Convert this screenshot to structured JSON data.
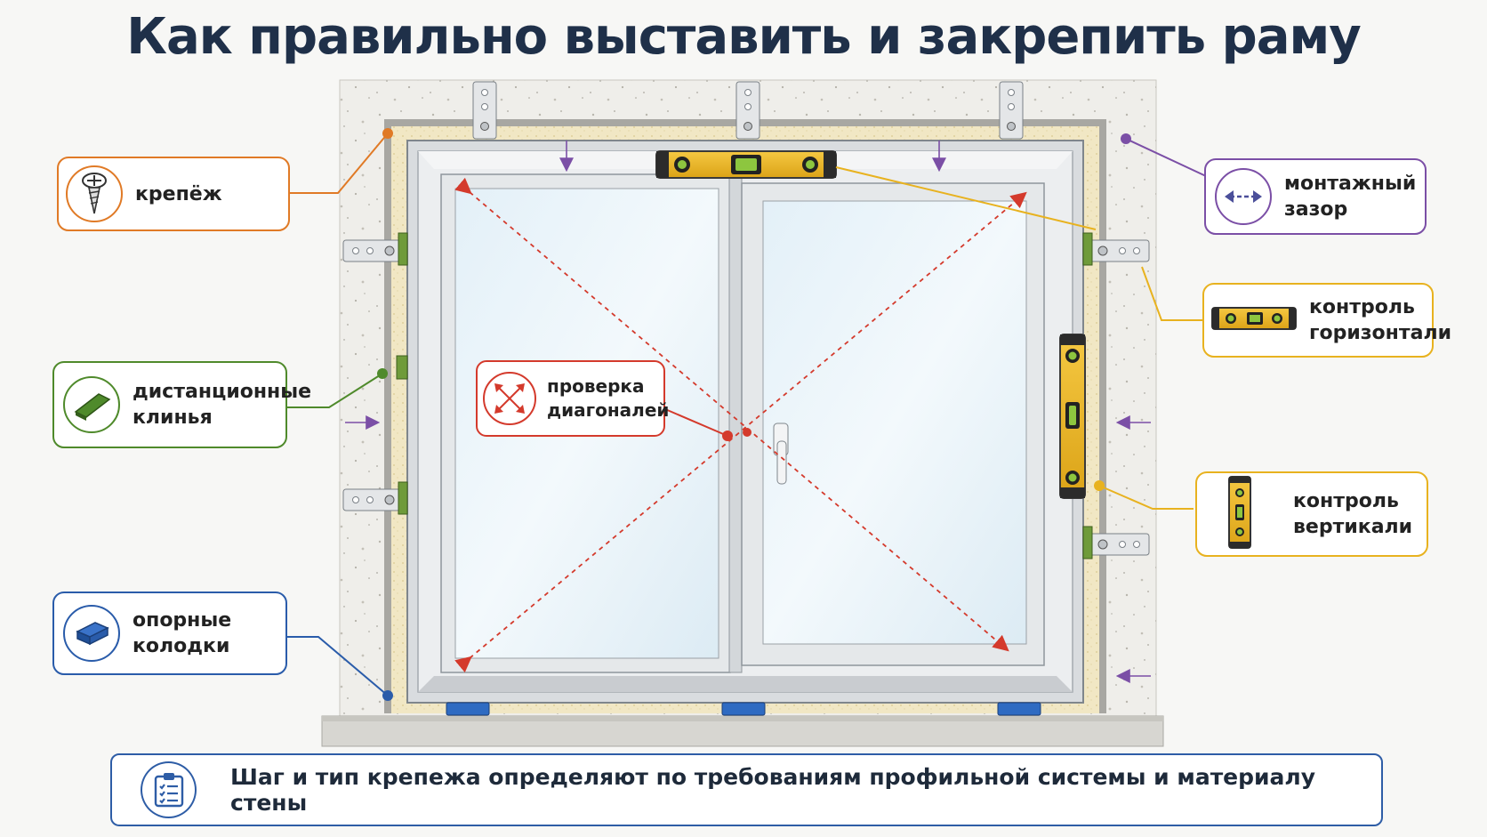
{
  "title": "Как правильно выставить и закрепить раму",
  "colors": {
    "fastener": "#e07a26",
    "wedges": "#4f8a2b",
    "blocks": "#2a5caa",
    "gap": "#7b4fa6",
    "level": "#e8b21f",
    "diagonal": "#d43a2c",
    "title": "#1f3049"
  },
  "callouts": {
    "fastener": {
      "icon": "screw-icon",
      "lines": [
        "крепёж"
      ]
    },
    "wedges": {
      "icon": "wedge-icon",
      "lines": [
        "дистанционные",
        "клинья"
      ]
    },
    "blocks": {
      "icon": "support-block-icon",
      "lines": [
        "опорные",
        "колодки"
      ]
    },
    "gap": {
      "icon": "double-arrow-icon",
      "lines": [
        "монтажный",
        "зазор"
      ]
    },
    "horizontal": {
      "icon": "horizontal-level-icon",
      "lines": [
        "контроль",
        "горизонтали"
      ]
    },
    "vertical": {
      "icon": "vertical-level-icon",
      "lines": [
        "контроль",
        "вертикали"
      ]
    },
    "diagonals": {
      "icon": "diagonal-arrows-icon",
      "lines": [
        "проверка",
        "диагоналей"
      ]
    }
  },
  "footer": {
    "icon": "clipboard-checklist-icon",
    "text": "Шаг и тип крепежа определяют по требованиям профильной системы и материалу стены"
  }
}
